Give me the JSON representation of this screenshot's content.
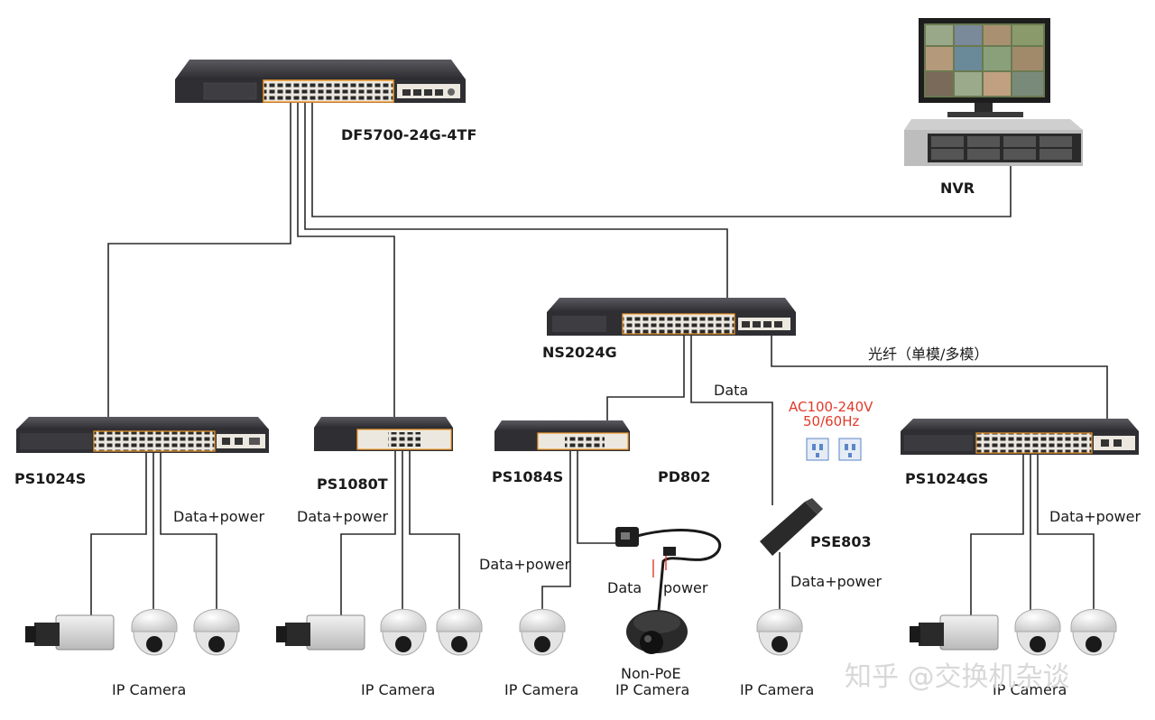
{
  "devices": {
    "core_switch": "DF5700-24G-4TF",
    "nvr": "NVR",
    "agg_switch": "NS2024G",
    "switch1": "PS1024S",
    "switch2": "PS1080T",
    "switch3": "PS1084S",
    "switch4": "PS1024GS",
    "splitter": "PD802",
    "injector": "PSE803"
  },
  "labels": {
    "fiber": "光纤（单模/多模）",
    "data": "Data",
    "ac_line1": "AC100-240V",
    "ac_line2": "50/60Hz",
    "data_power": "Data+power",
    "data_power_2": "Data+power",
    "data_power_3": "Data+power",
    "data_power_4": "Data+power",
    "data_power_5": "Data+power",
    "split_data": "Data",
    "split_power": "power"
  },
  "cameras": {
    "cam1": "IP Camera",
    "cam2": "IP Camera",
    "cam3": "IP Camera",
    "cam4_line1": "Non-PoE",
    "cam4_line2": "IP Camera",
    "cam5": "IP Camera",
    "cam6": "IP Camera"
  },
  "watermark": "知乎 @交换机杂谈",
  "colors": {
    "switch_body": "#2f2f33",
    "port_panel": "#ece8e0",
    "accent_orange": "#f29b2e",
    "ac_text": "#e23a2a",
    "outlet_blue": "#5b86c8"
  }
}
